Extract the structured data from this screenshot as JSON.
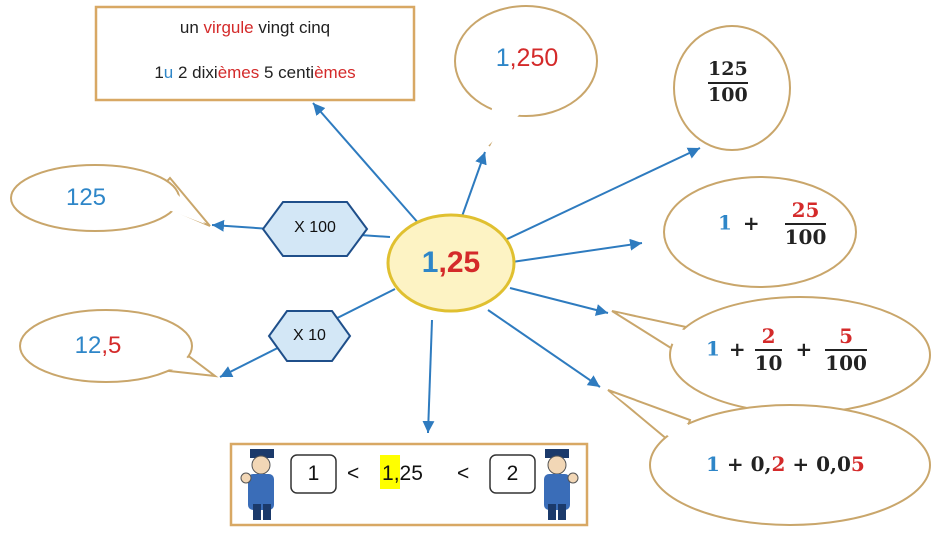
{
  "center": {
    "unit": "1",
    "comma_decimals": ",25"
  },
  "words_box": {
    "line1": {
      "a": "un ",
      "b": "virgule",
      "c": " vingt cinq"
    },
    "line2": {
      "a": "1",
      "b": "u",
      "c": " 2 dixi",
      "d": "èmes",
      "e": " 5 centi",
      "f": "èmes"
    }
  },
  "bubble_1250": {
    "a": "1",
    "b": ",250"
  },
  "bubble_frac": {
    "num": "125",
    "den": "100"
  },
  "bubble_sum1": {
    "one": "1",
    "plus": "+",
    "num": "25",
    "den": "100"
  },
  "bubble_sum2": {
    "one": "1",
    "plus1": "+",
    "n1": "2",
    "d1": "10",
    "plus2": "+",
    "n2": "5",
    "d2": "100"
  },
  "bubble_sum3": {
    "one": "1",
    "p1": " + 0,",
    "two": "2",
    "p2": " + 0,0",
    "five": "5"
  },
  "bubble_125": {
    "text": "125"
  },
  "bubble_125dec": {
    "a": "12",
    "b": ",5"
  },
  "op_x100": {
    "label": "X 100"
  },
  "op_x10": {
    "label": "X 10"
  },
  "compare": {
    "low": "1",
    "lt1": "<",
    "hl": "1",
    "rest": ",25",
    "lt2": "<",
    "high": "2"
  },
  "colors": {
    "blue": "#2e86c8",
    "red": "#d42a2a",
    "brown": "#c9a66b",
    "center_fill": "#fdf3c4",
    "hex_fill": "#d3e7f6",
    "highlight": "#ffff00"
  }
}
